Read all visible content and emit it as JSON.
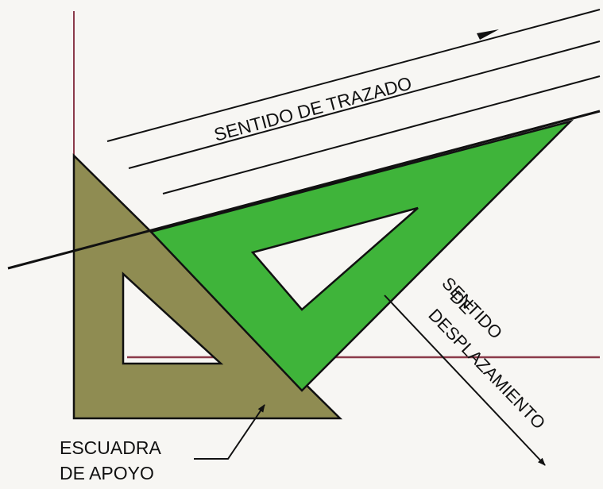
{
  "labels": {
    "tracing_direction": "SENTIDO DE TRAZADO",
    "displacement_line1": "SENTIDO",
    "displacement_line2": "DE",
    "displacement_line3": "DESPLAZAMIENTO",
    "support_square_line1": "ESCUADRA",
    "support_square_line2": "DE APOYO"
  },
  "colors": {
    "background": "#f7f6f3",
    "support_square": "#8f8c52",
    "sliding_square": "#3fb43a",
    "guide_line": "#8b3a4a",
    "stroke": "#111111"
  }
}
